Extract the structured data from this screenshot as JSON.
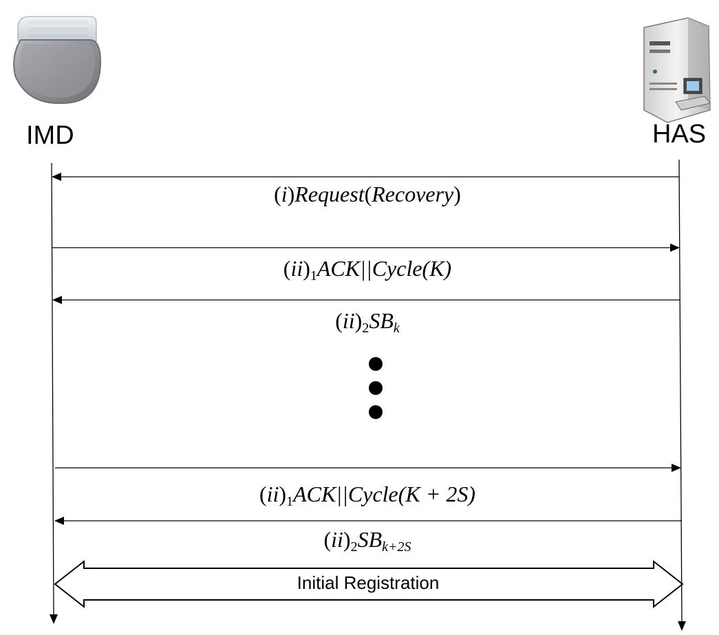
{
  "actors": {
    "left": {
      "label": "IMD",
      "icon": "pacemaker-icon"
    },
    "right": {
      "label": "HAS",
      "icon": "server-computer-icon"
    }
  },
  "messages": [
    {
      "id": "m1",
      "direction": "HAS-to-IMD",
      "parts": [
        "(i)",
        "Request",
        "(",
        "Recovery",
        ")"
      ]
    },
    {
      "id": "m2",
      "direction": "IMD-to-HAS",
      "prefix": "(ii)",
      "sub": "1",
      "body": "ACK||Cycle(K)"
    },
    {
      "id": "m3",
      "direction": "HAS-to-IMD",
      "prefix": "(ii)",
      "sub": "2",
      "body": "SB",
      "body_sub": "k"
    },
    {
      "id": "m4",
      "direction": "IMD-to-HAS",
      "prefix": "(ii)",
      "sub": "1",
      "body": "ACK||Cycle(K + 2S)"
    },
    {
      "id": "m5",
      "direction": "HAS-to-IMD",
      "prefix": "(ii)",
      "sub": "2",
      "body": "SB",
      "body_sub": "k+2S"
    }
  ],
  "continuation": {
    "icon": "vertical-ellipsis-dots",
    "count": 3
  },
  "band": {
    "label": "Initial Registration"
  },
  "colors": {
    "line": "#000000",
    "background": "#ffffff",
    "pacemaker": "#8a8c91",
    "server": "#e6e6e6"
  }
}
